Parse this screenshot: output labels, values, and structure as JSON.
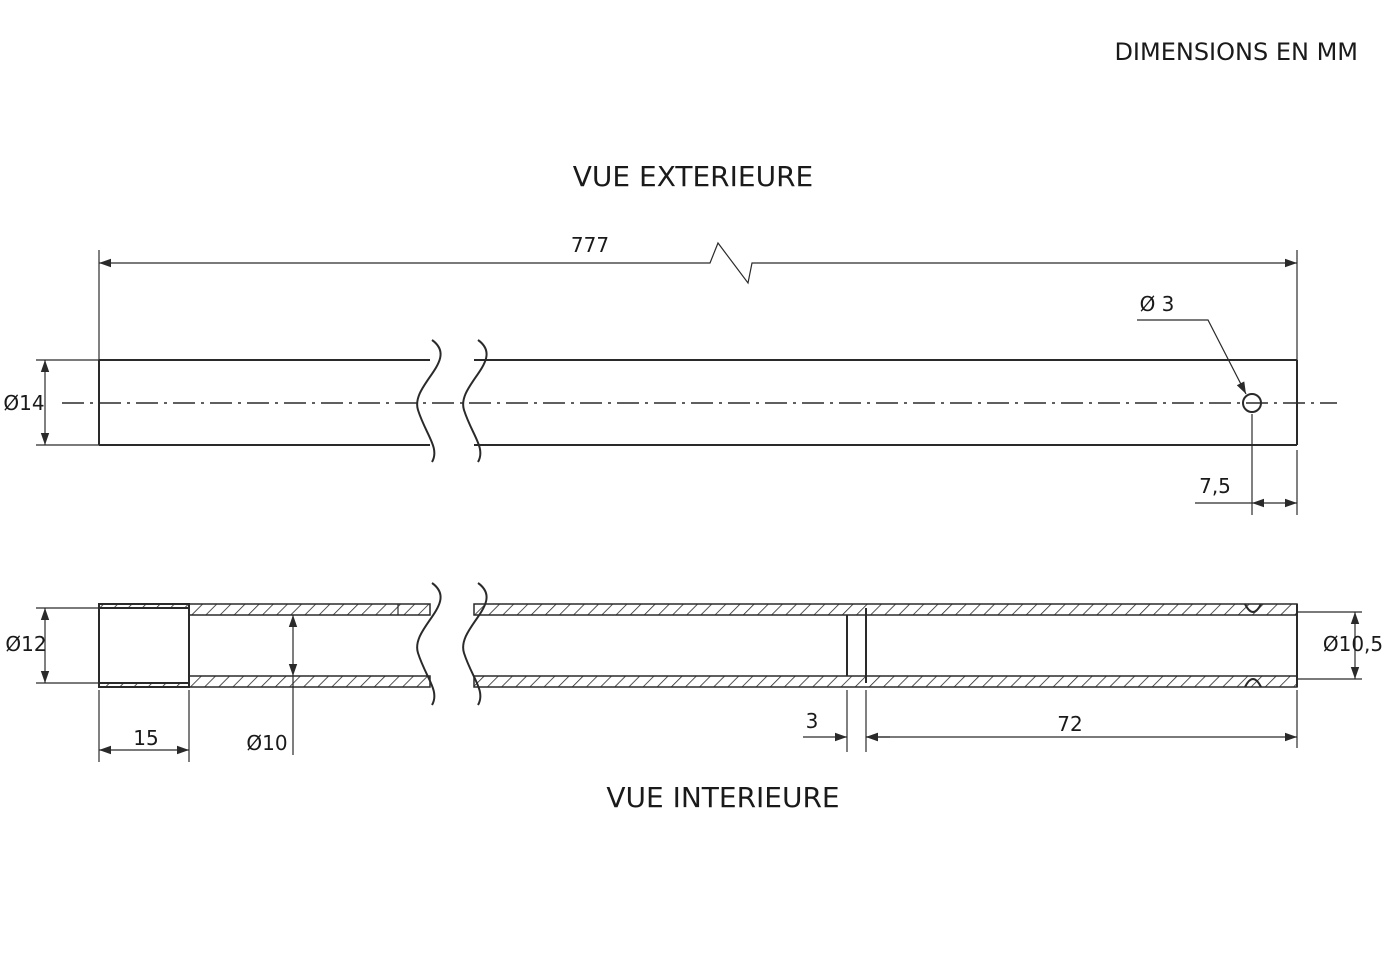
{
  "header": {
    "units_note": "DIMENSIONS EN MM"
  },
  "views": {
    "exterior": {
      "title": "VUE EXTERIEURE",
      "dims": {
        "overall_length": "777",
        "hole_diameter": "Ø 3",
        "outer_diameter": "Ø14",
        "hole_offset": "7,5"
      }
    },
    "interior": {
      "title": "VUE INTERIEURE",
      "dims": {
        "socket_diameter": "Ø12",
        "socket_depth": "15",
        "bore_diameter": "Ø10",
        "step_width": "3",
        "end_length": "72",
        "end_bore_diameter": "Ø10,5"
      }
    }
  },
  "colors": {
    "line": "#2a2a2a",
    "text": "#1a1a1a",
    "background": "#ffffff"
  }
}
